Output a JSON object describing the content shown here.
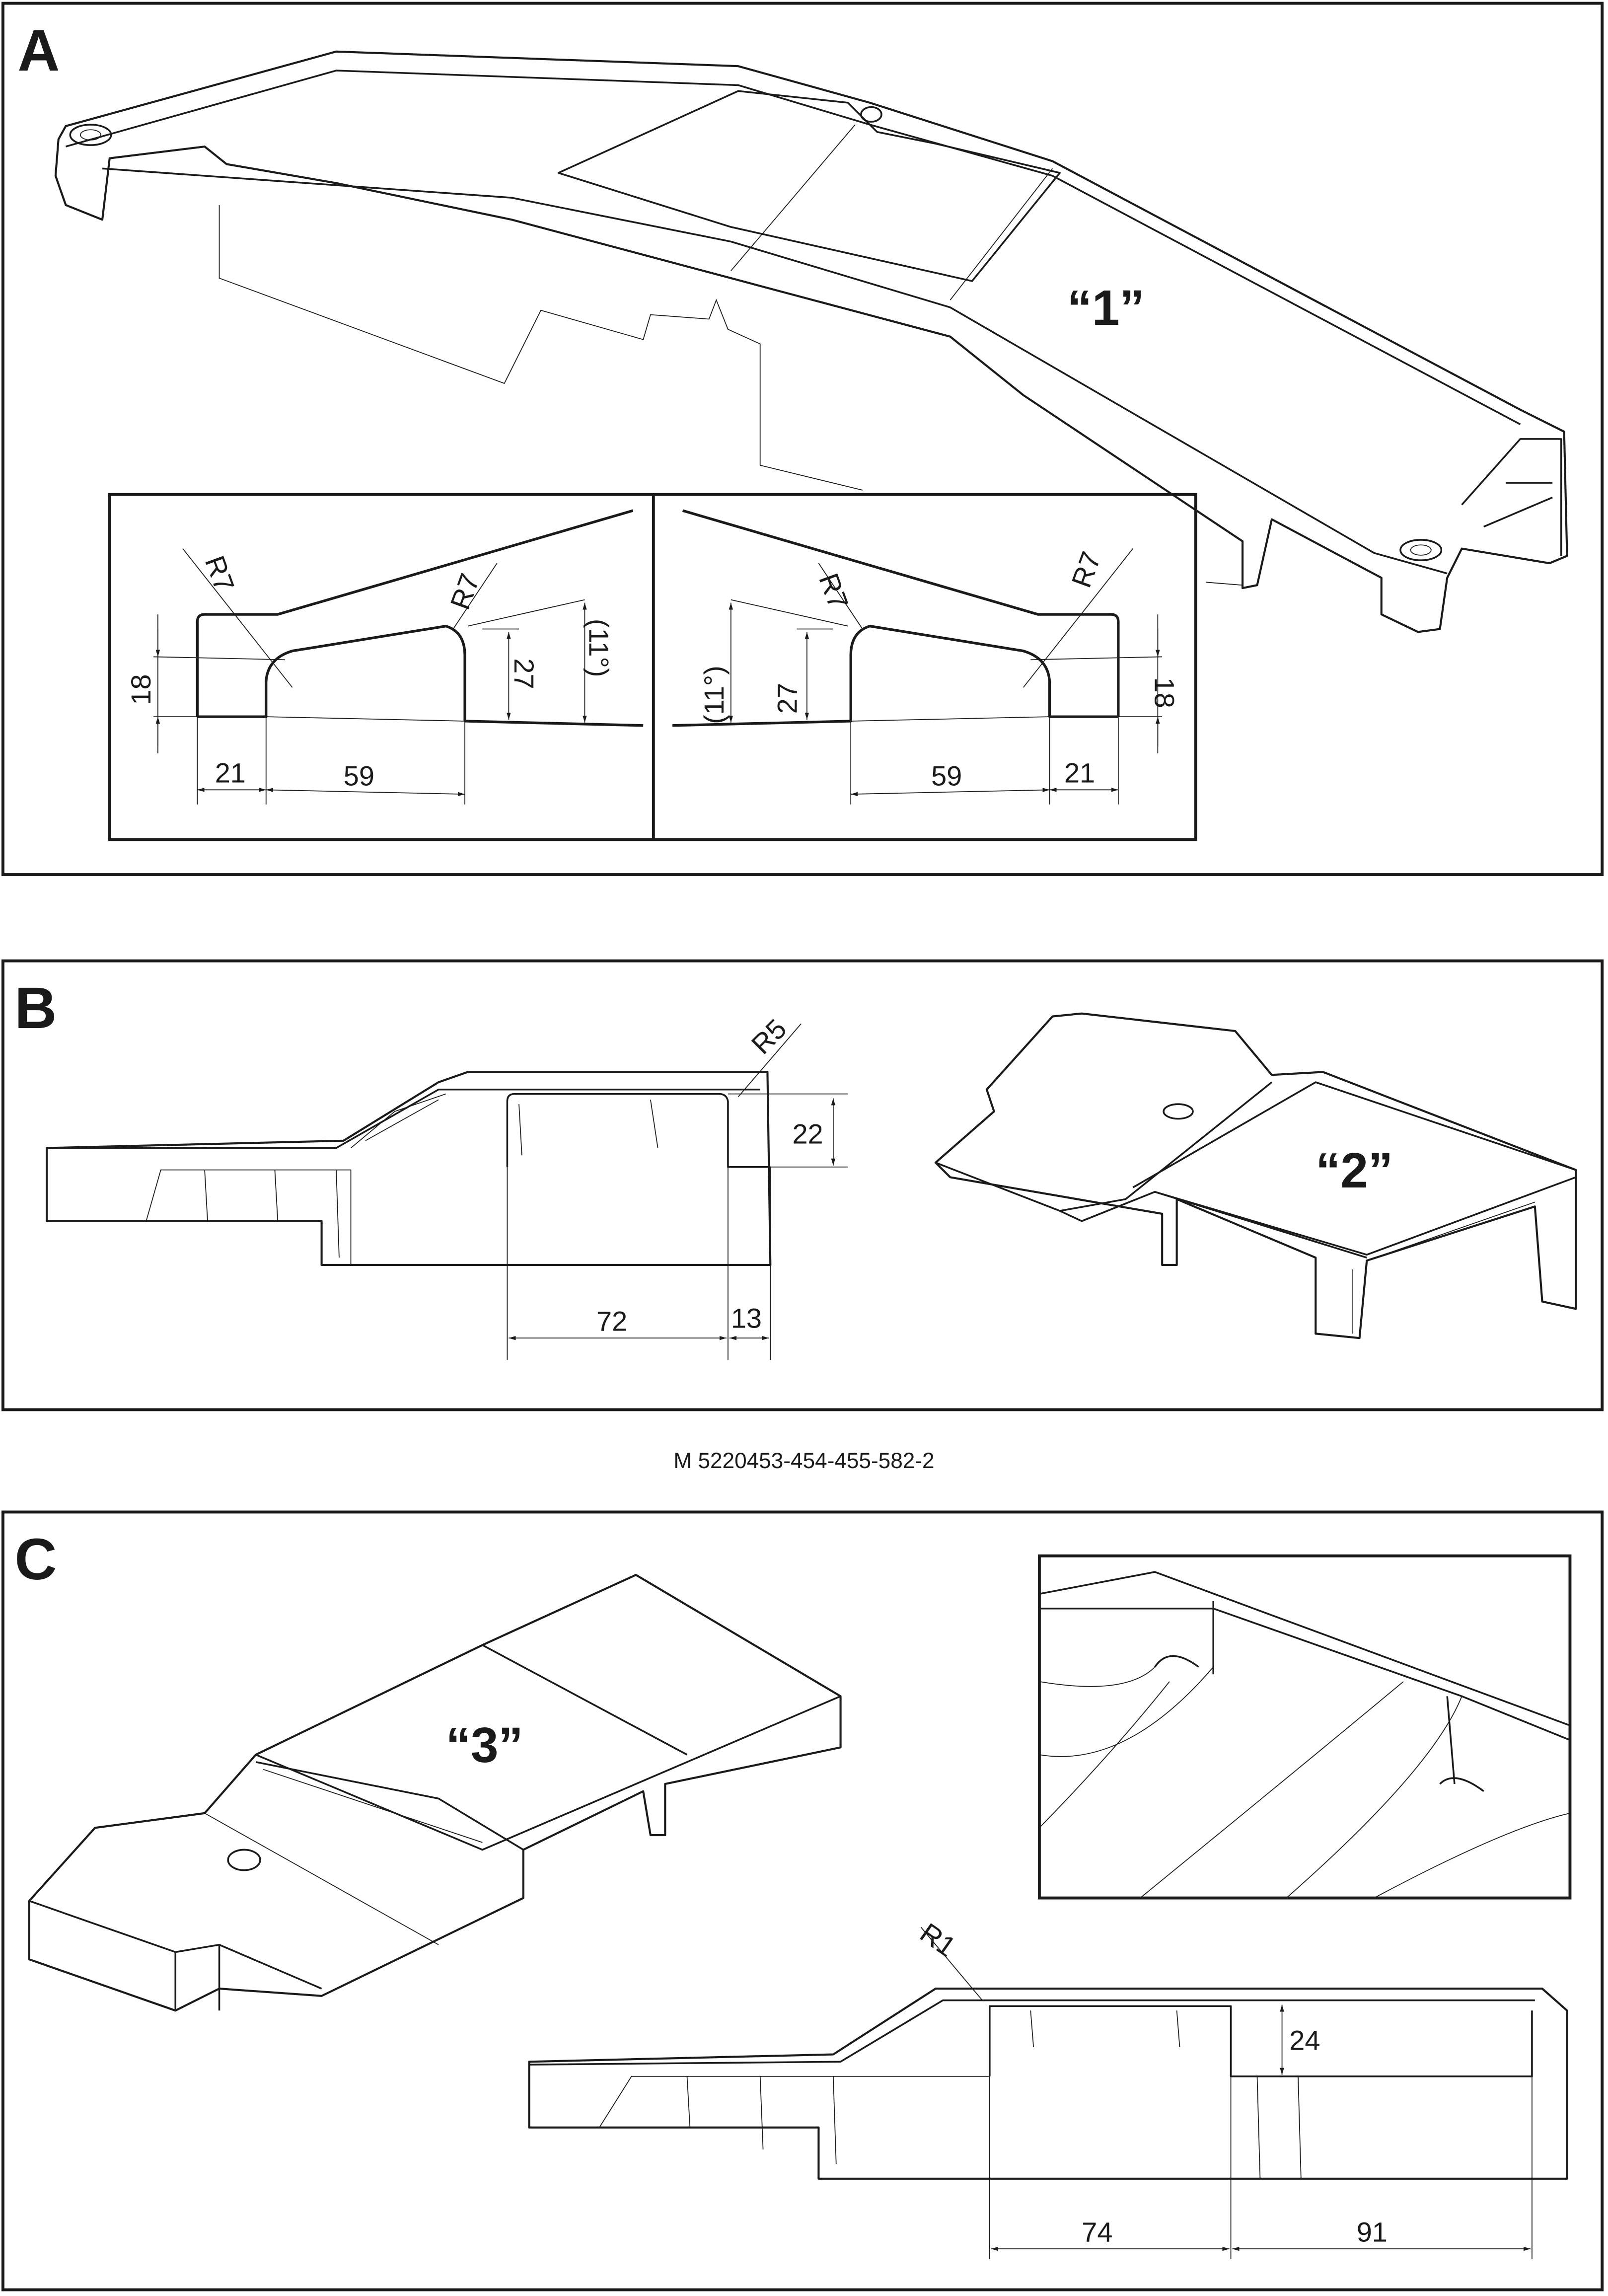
{
  "sections": {
    "a": {
      "label": "A",
      "part_label": "“1”",
      "left_detail": {
        "radius_1": "R7",
        "radius_2": "R7",
        "height_1": "18",
        "height_2": "27",
        "angle": "(11°)",
        "width_1": "21",
        "width_2": "59"
      },
      "right_detail": {
        "radius_1": "R7",
        "radius_2": "R7",
        "height_1": "18",
        "height_2": "27",
        "angle": "(11°)",
        "width_1": "21",
        "width_2": "59"
      }
    },
    "b": {
      "label": "B",
      "part_label": "“2”",
      "radius": "R5",
      "height": "22",
      "width_1": "72",
      "width_2": "13"
    },
    "c": {
      "label": "C",
      "part_label": "“3”",
      "radius": "R1",
      "height": "24",
      "width_1": "74",
      "width_2": "91"
    }
  },
  "footer": {
    "code": "M 5220453-454-455-582-2"
  }
}
